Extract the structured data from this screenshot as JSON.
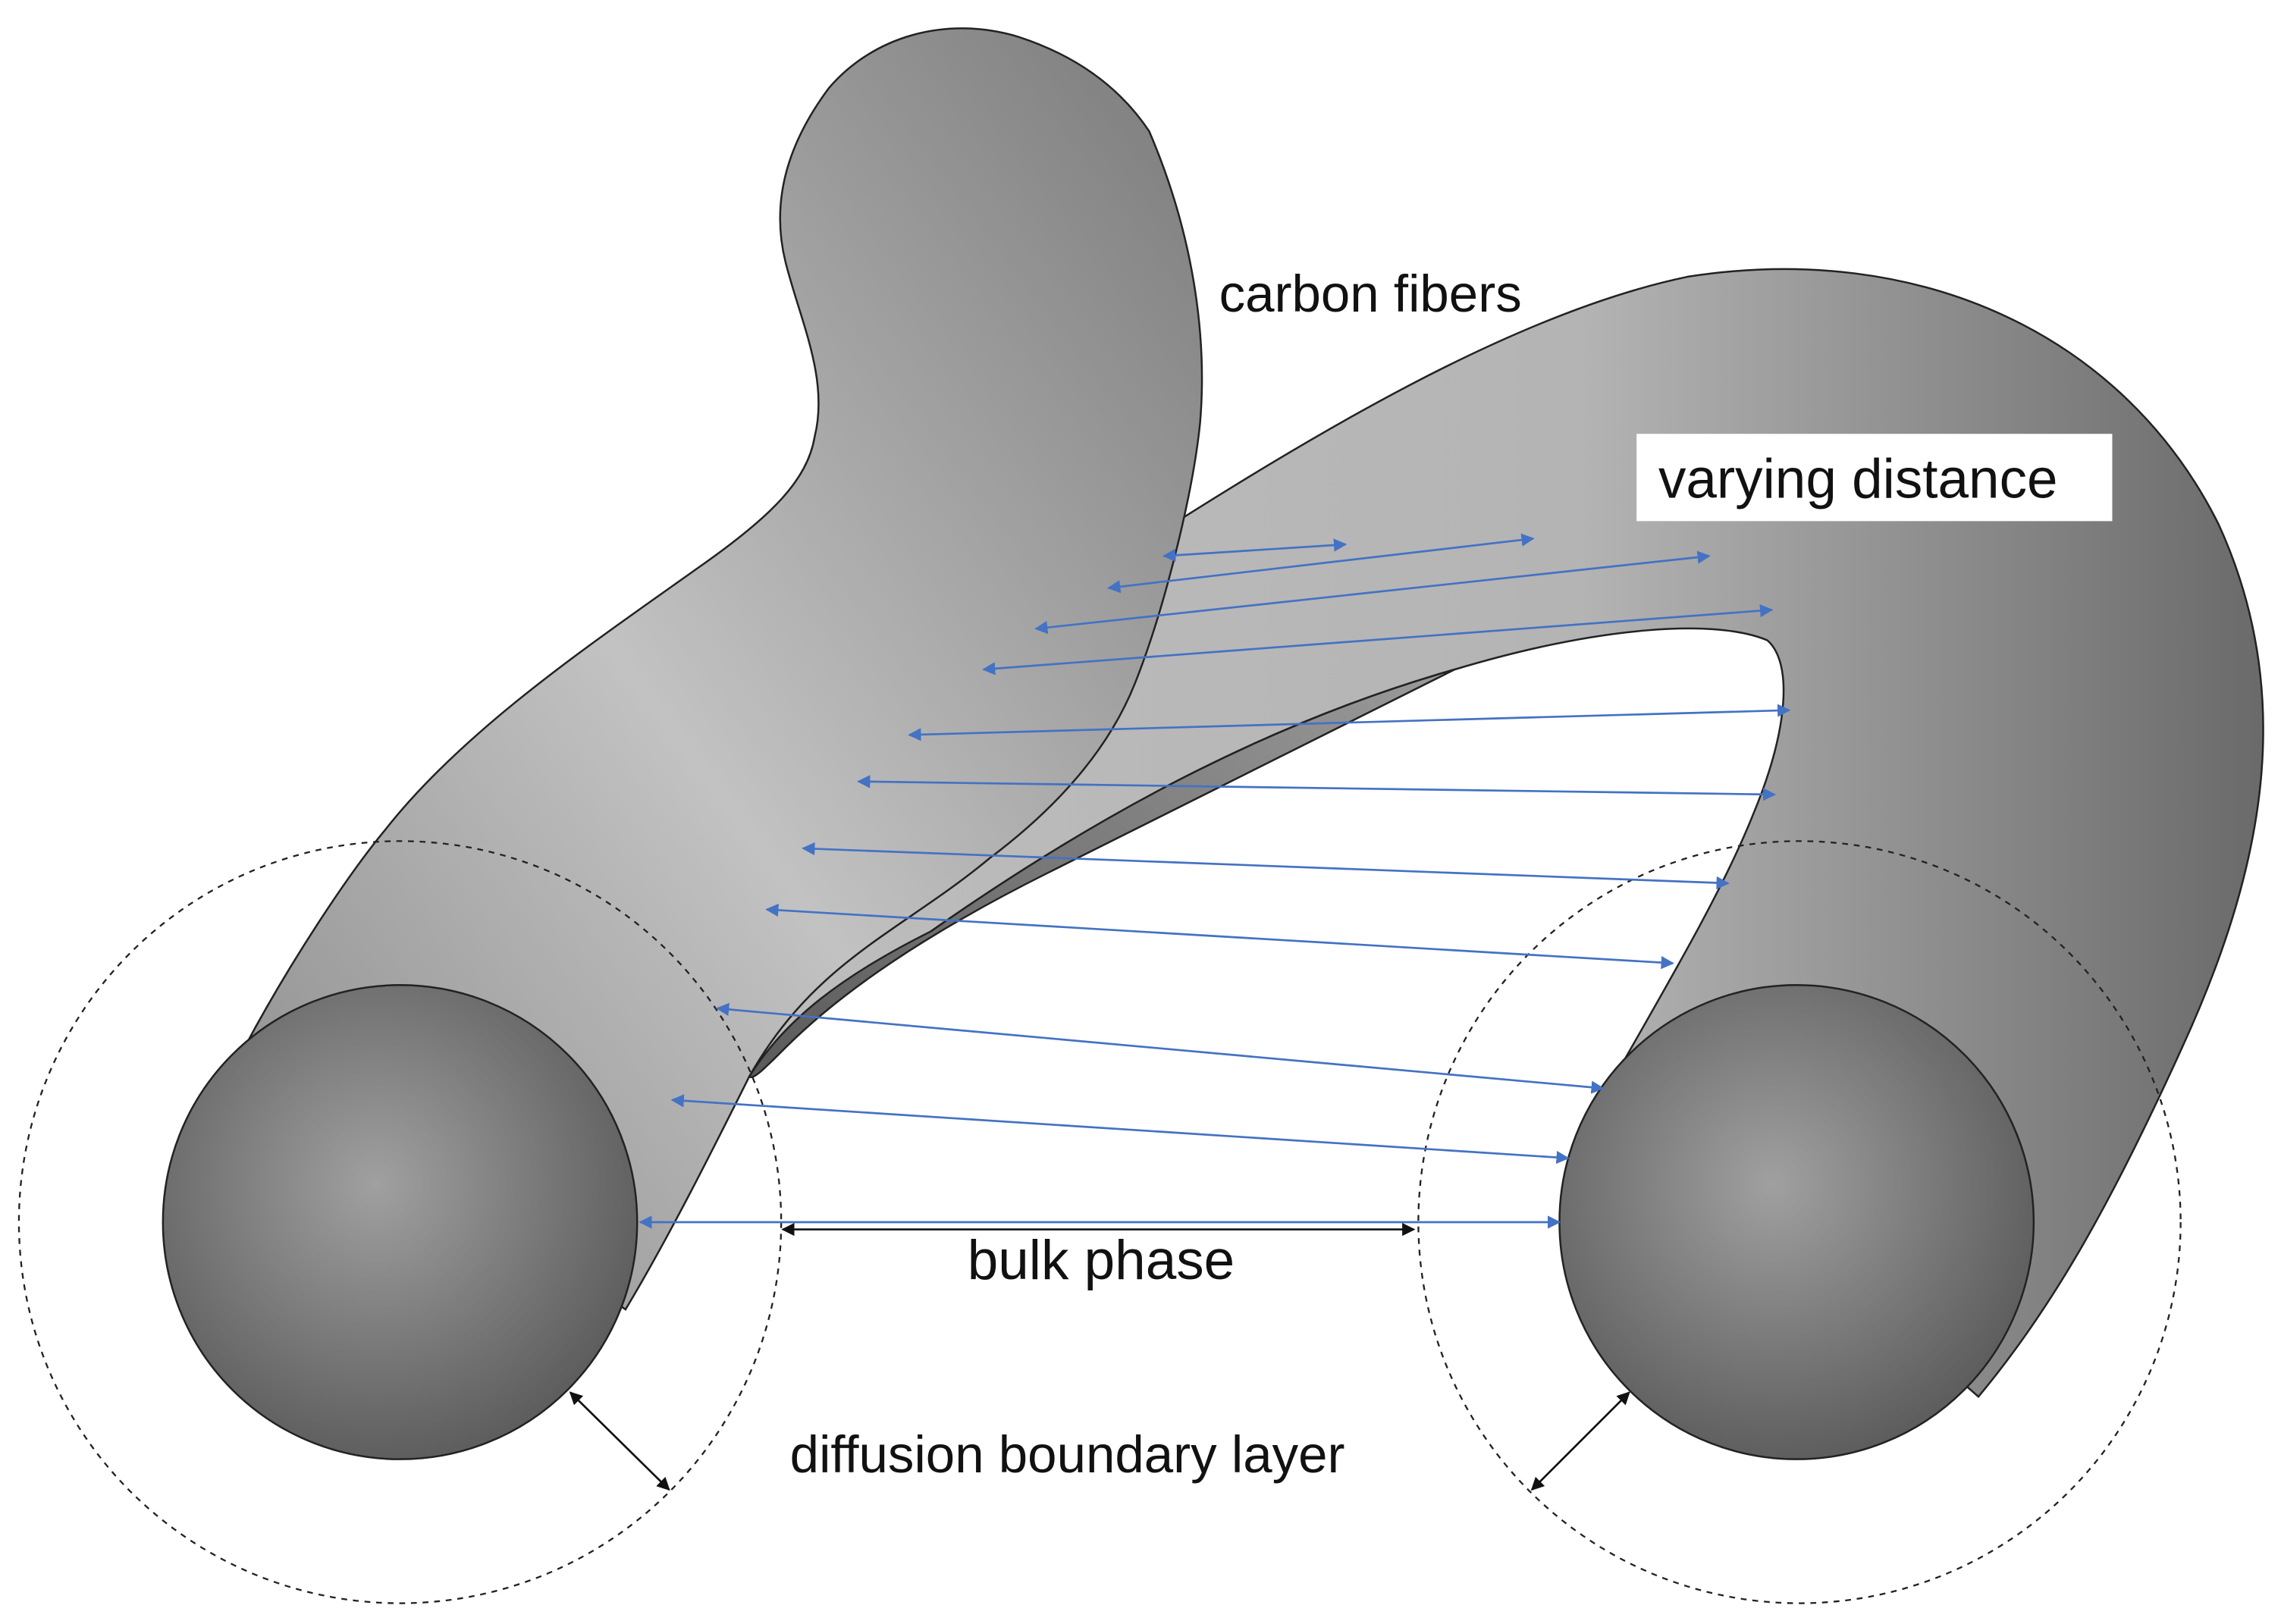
{
  "labels": {
    "carbon_fibers": "carbon fibers",
    "varying_distance": "varying distance",
    "bulk_phase": "bulk phase",
    "diffusion_boundary_layer": "diffusion boundary layer"
  },
  "colors": {
    "fiber_light": "#c4c4c4",
    "fiber_mid": "#a8a8a8",
    "fiber_dark": "#6e6e6e",
    "end_cap_center": "#9c9c9c",
    "end_cap_edge": "#5e5e5e",
    "arrow_blue": "#4472c4",
    "outline": "#222222"
  }
}
